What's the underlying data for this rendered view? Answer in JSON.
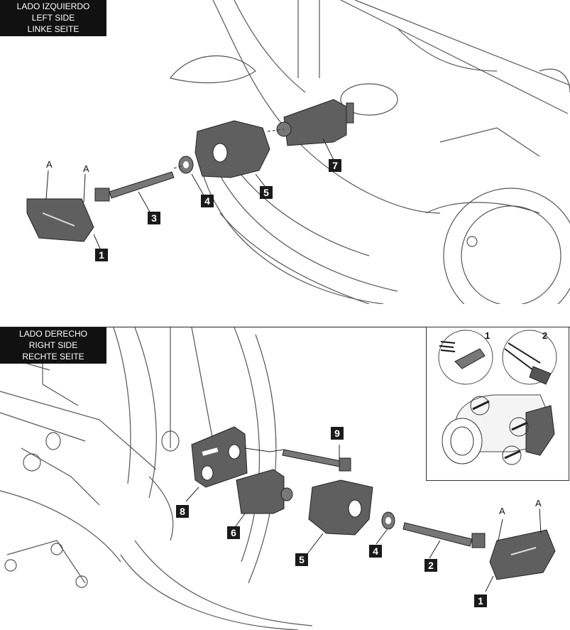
{
  "top": {
    "label_lines": [
      "LADO IZQUIERDO",
      "LEFT SIDE",
      "LINKE SEITE"
    ],
    "callouts": [
      "1",
      "3",
      "4",
      "5",
      "7"
    ],
    "letters": [
      "A",
      "A"
    ]
  },
  "bottom": {
    "label_lines": [
      "LADO DERECHO",
      "RIGHT SIDE",
      "RECHTE SEITE"
    ],
    "callouts": [
      "8",
      "6",
      "5",
      "4",
      "2",
      "1",
      "9"
    ],
    "letters": [
      "A",
      "A"
    ]
  },
  "inset": {
    "steps": [
      "1",
      "2"
    ]
  },
  "colors": {
    "label_bg": "#111111",
    "part_fill": "#5f5f5f",
    "line": "#444444"
  }
}
